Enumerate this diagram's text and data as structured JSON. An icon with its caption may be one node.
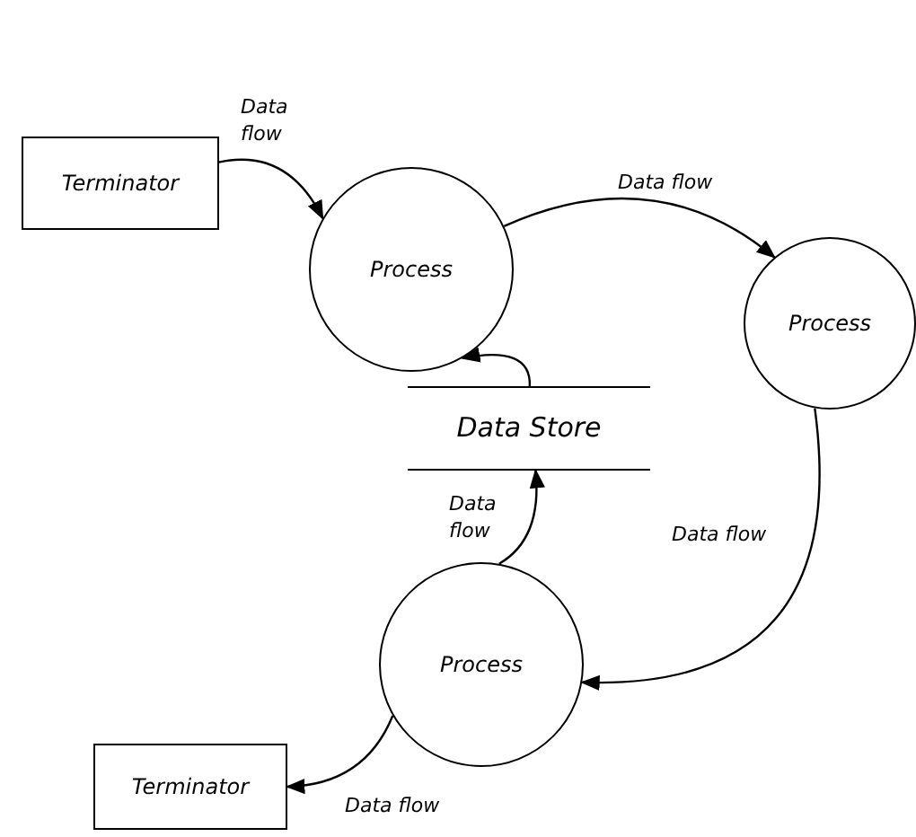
{
  "diagram": {
    "nodes": [
      {
        "text": [
          "Terminator"
        ]
      },
      {
        "text": [
          "Process"
        ]
      },
      {
        "text": [
          "Process"
        ]
      },
      {
        "text": [
          "Data Store"
        ]
      },
      {
        "text": [
          "Process"
        ]
      },
      {
        "text": [
          "Terminator"
        ]
      }
    ],
    "edges": [
      {
        "from": 0,
        "to": 1,
        "arrow": "to",
        "label": "Data flow"
      },
      {
        "from": 1,
        "to": 2,
        "arrow": "to",
        "label": "Data flow"
      },
      {
        "from": 2,
        "to": 4,
        "arrow": "to",
        "label": "Data flow"
      },
      {
        "from": 4,
        "to": 3,
        "arrow": "to",
        "label": "Data flow"
      },
      {
        "from": 3,
        "to": 1,
        "arrow": "to"
      },
      {
        "from": 4,
        "to": 5,
        "arrow": "to",
        "label": "Data flow"
      }
    ]
  }
}
